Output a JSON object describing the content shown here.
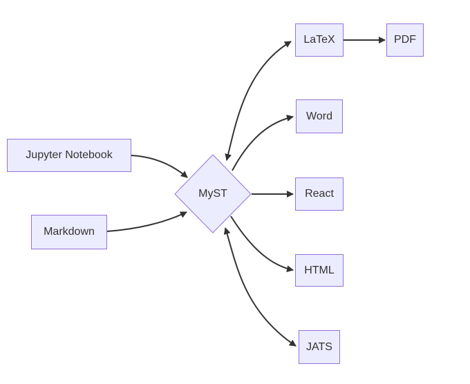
{
  "diagram": {
    "type": "flowchart",
    "direction": "left-to-right",
    "colors": {
      "node_fill": "#ECECFF",
      "node_border": "#9370DB",
      "edge": "#333333",
      "text": "#333333",
      "background": "#FFFFFF"
    },
    "nodes": [
      {
        "id": "jupyter-notebook",
        "label": "Jupyter Notebook",
        "shape": "rectangle"
      },
      {
        "id": "markdown",
        "label": "Markdown",
        "shape": "rectangle"
      },
      {
        "id": "myst",
        "label": "MyST",
        "shape": "diamond"
      },
      {
        "id": "latex",
        "label": "LaTeX",
        "shape": "rectangle"
      },
      {
        "id": "pdf",
        "label": "PDF",
        "shape": "rectangle"
      },
      {
        "id": "word",
        "label": "Word",
        "shape": "rectangle"
      },
      {
        "id": "react",
        "label": "React",
        "shape": "rectangle"
      },
      {
        "id": "html",
        "label": "HTML",
        "shape": "rectangle"
      },
      {
        "id": "jats",
        "label": "JATS",
        "shape": "rectangle"
      }
    ],
    "edges": [
      {
        "from": "jupyter-notebook",
        "to": "myst",
        "bidirectional": false
      },
      {
        "from": "markdown",
        "to": "myst",
        "bidirectional": false
      },
      {
        "from": "myst",
        "to": "latex",
        "bidirectional": true
      },
      {
        "from": "latex",
        "to": "pdf",
        "bidirectional": false
      },
      {
        "from": "myst",
        "to": "word",
        "bidirectional": false
      },
      {
        "from": "myst",
        "to": "react",
        "bidirectional": false
      },
      {
        "from": "myst",
        "to": "html",
        "bidirectional": false
      },
      {
        "from": "myst",
        "to": "jats",
        "bidirectional": true
      }
    ]
  }
}
